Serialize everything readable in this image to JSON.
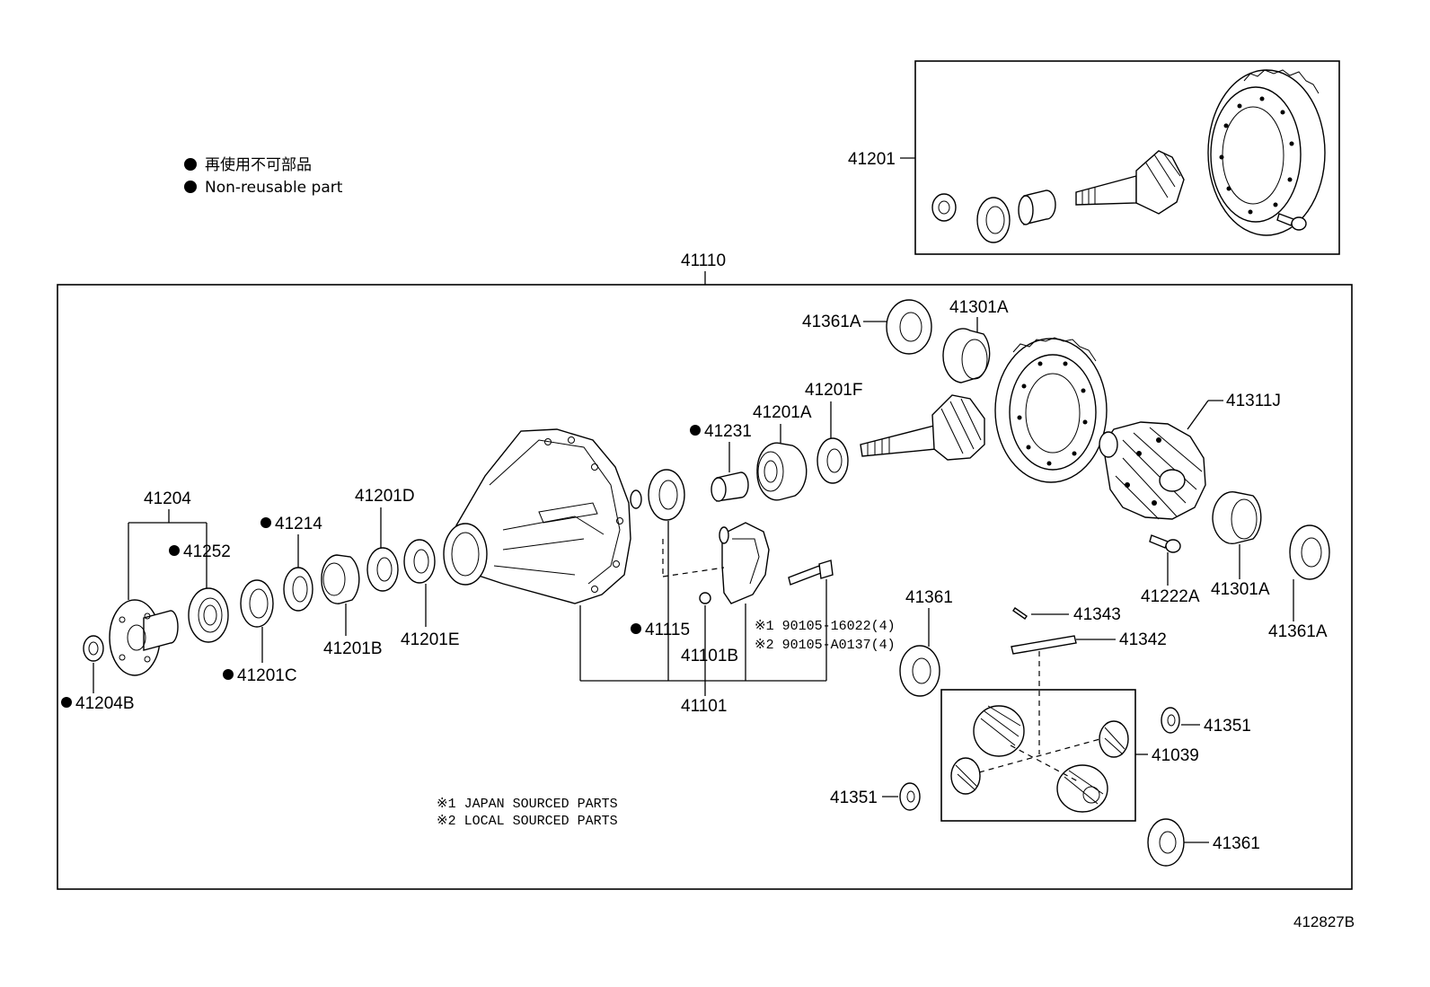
{
  "legend": {
    "jp": "再使用不可部品",
    "en": "Non-reusable part"
  },
  "diagram_id": "412827B",
  "labels": {
    "l41201": "41201",
    "l41110": "41110",
    "l41361A_top": "41361A",
    "l41301A_top": "41301A",
    "l41201F": "41201F",
    "l41201A": "41201A",
    "l41231": "41231",
    "l41311J": "41311J",
    "l41204": "41204",
    "l41214": "41214",
    "l41201D": "41201D",
    "l41252": "41252",
    "l41201B": "41201B",
    "l41201E": "41201E",
    "l41201C": "41201C",
    "l41204B": "41204B",
    "l41115": "41115",
    "l41101B": "41101B",
    "l41101": "41101",
    "l41361_mid": "41361",
    "l41343": "41343",
    "l41342": "41342",
    "l41222A": "41222A",
    "l41301A_bot": "41301A",
    "l41361A_bot": "41361A",
    "l41351_right": "41351",
    "l41039": "41039",
    "l41351_left": "41351",
    "l41361_bot": "41361",
    "bolt1": "※1 90105-16022(4)",
    "bolt2": "※2 90105-A0137(4)"
  },
  "notes": {
    "n1": "※1 JAPAN SOURCED PARTS",
    "n2": "※2 LOCAL SOURCED PARTS"
  }
}
